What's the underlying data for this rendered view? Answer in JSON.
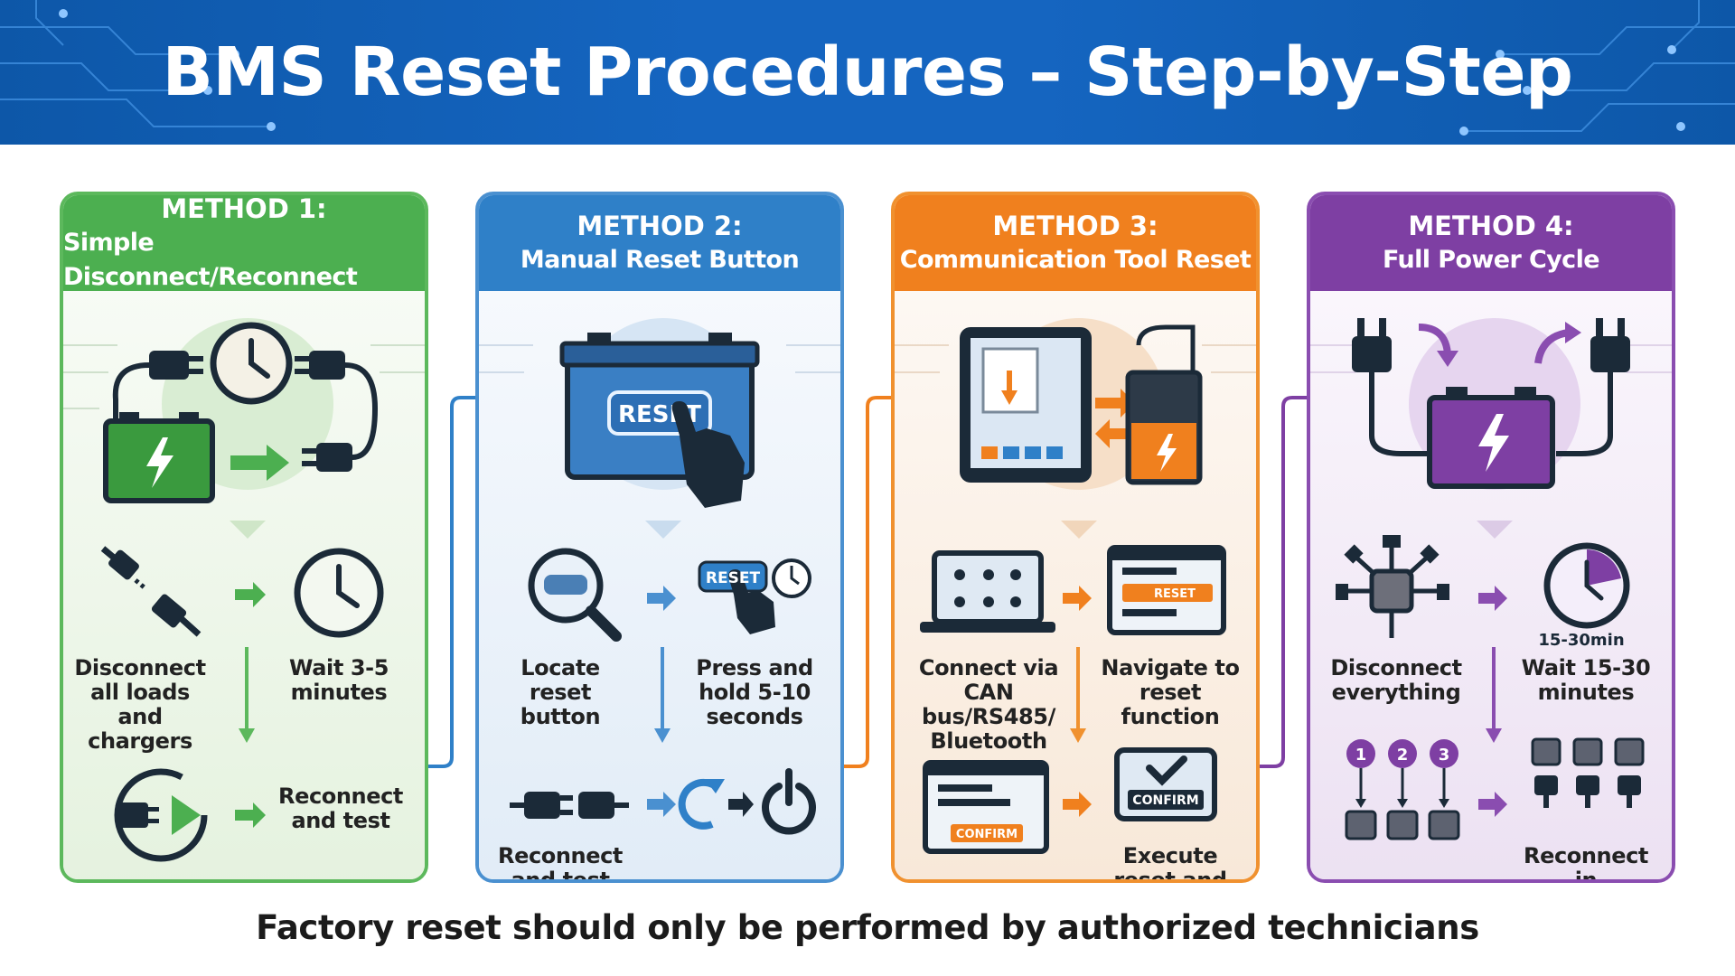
{
  "title": "BMS Reset Procedures – Step-by-Step",
  "colors": {
    "header_bg": "#1565c0",
    "method1": "#4caf50",
    "method2": "#2f80c8",
    "method3": "#f0801e",
    "method4": "#7e3fa3"
  },
  "methods": [
    {
      "label": "METHOD 1:",
      "name": "Simple Disconnect/Reconnect",
      "steps": [
        {
          "icon": "unplug-icon",
          "text": "Disconnect all loads and chargers"
        },
        {
          "icon": "clock-icon",
          "text": "Wait 3-5 minutes"
        },
        {
          "icon": "reconnect-icon",
          "text": "Reconnect and test"
        }
      ]
    },
    {
      "label": "METHOD 2:",
      "name": "Manual Reset Button",
      "hero_button": "RESET",
      "steps": [
        {
          "icon": "magnifier-icon",
          "text": "Locate reset button"
        },
        {
          "icon": "press-reset-icon",
          "text": "Press and hold 5-10 seconds",
          "button": "RESET"
        },
        {
          "icon": "plug-icon",
          "text": "Reconnect and test"
        },
        {
          "icon": "power-icon",
          "text": ""
        }
      ]
    },
    {
      "label": "METHOD 3:",
      "name": "Communication Tool Reset",
      "steps": [
        {
          "icon": "laptop-icon",
          "text": "Connect via CAN bus/RS485/ Bluetooth"
        },
        {
          "icon": "menu-screen-icon",
          "text": "Navigate to reset function",
          "button": "RESET"
        },
        {
          "icon": "confirm-screen-icon",
          "text": "",
          "button": "CONFIRM"
        },
        {
          "icon": "checkmark-screen-icon",
          "text": "Execute reset and confirm",
          "button": "CONFIRM"
        }
      ]
    },
    {
      "label": "METHOD 4:",
      "name": "Full Power Cycle",
      "steps": [
        {
          "icon": "hub-unplug-icon",
          "text": "Disconnect everything"
        },
        {
          "icon": "timer-icon",
          "text": "Wait 15-30 minutes",
          "badge": "15-30min"
        },
        {
          "icon": "sequence-icon",
          "text": "Reconnect in sequence",
          "numbers": [
            "1",
            "2",
            "3"
          ]
        }
      ]
    }
  ],
  "footer": "Factory reset should only be performed by authorized technicians"
}
